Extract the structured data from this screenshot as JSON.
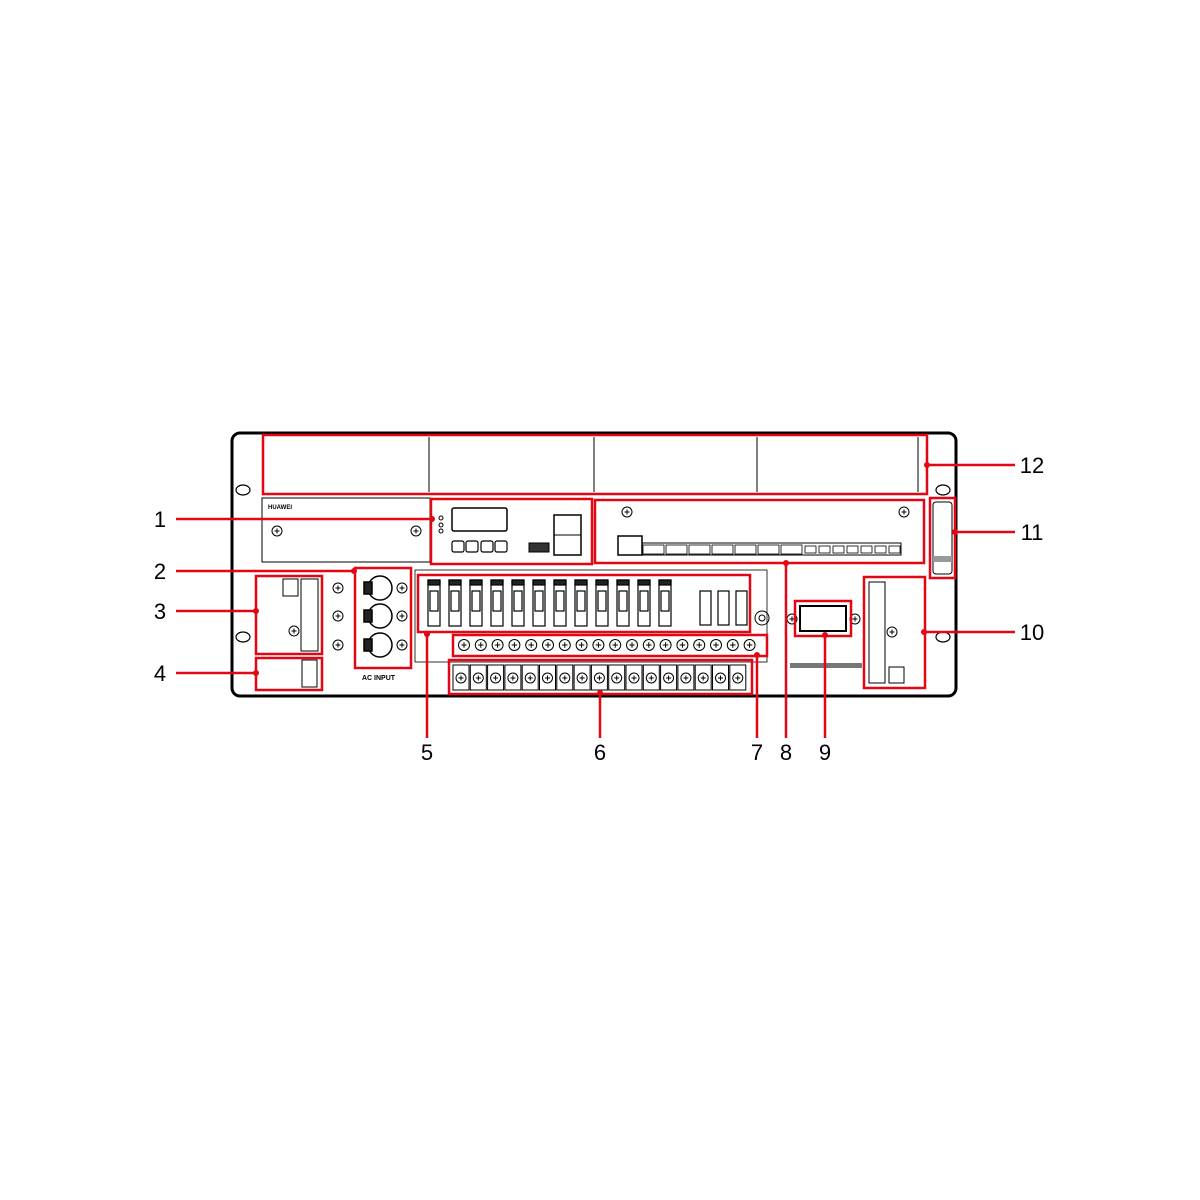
{
  "brand": "HUAWEI",
  "ac_input_label": "AC INPUT",
  "highlight_color": "#e30613",
  "line_color": "#000000",
  "callouts": [
    "1",
    "2",
    "3",
    "4",
    "5",
    "6",
    "7",
    "8",
    "9",
    "10",
    "11",
    "12"
  ],
  "counts": {
    "branch_breakers_large": 12,
    "branch_breakers_small": 3,
    "busbar_screws": 18,
    "output_terminals": 17
  }
}
